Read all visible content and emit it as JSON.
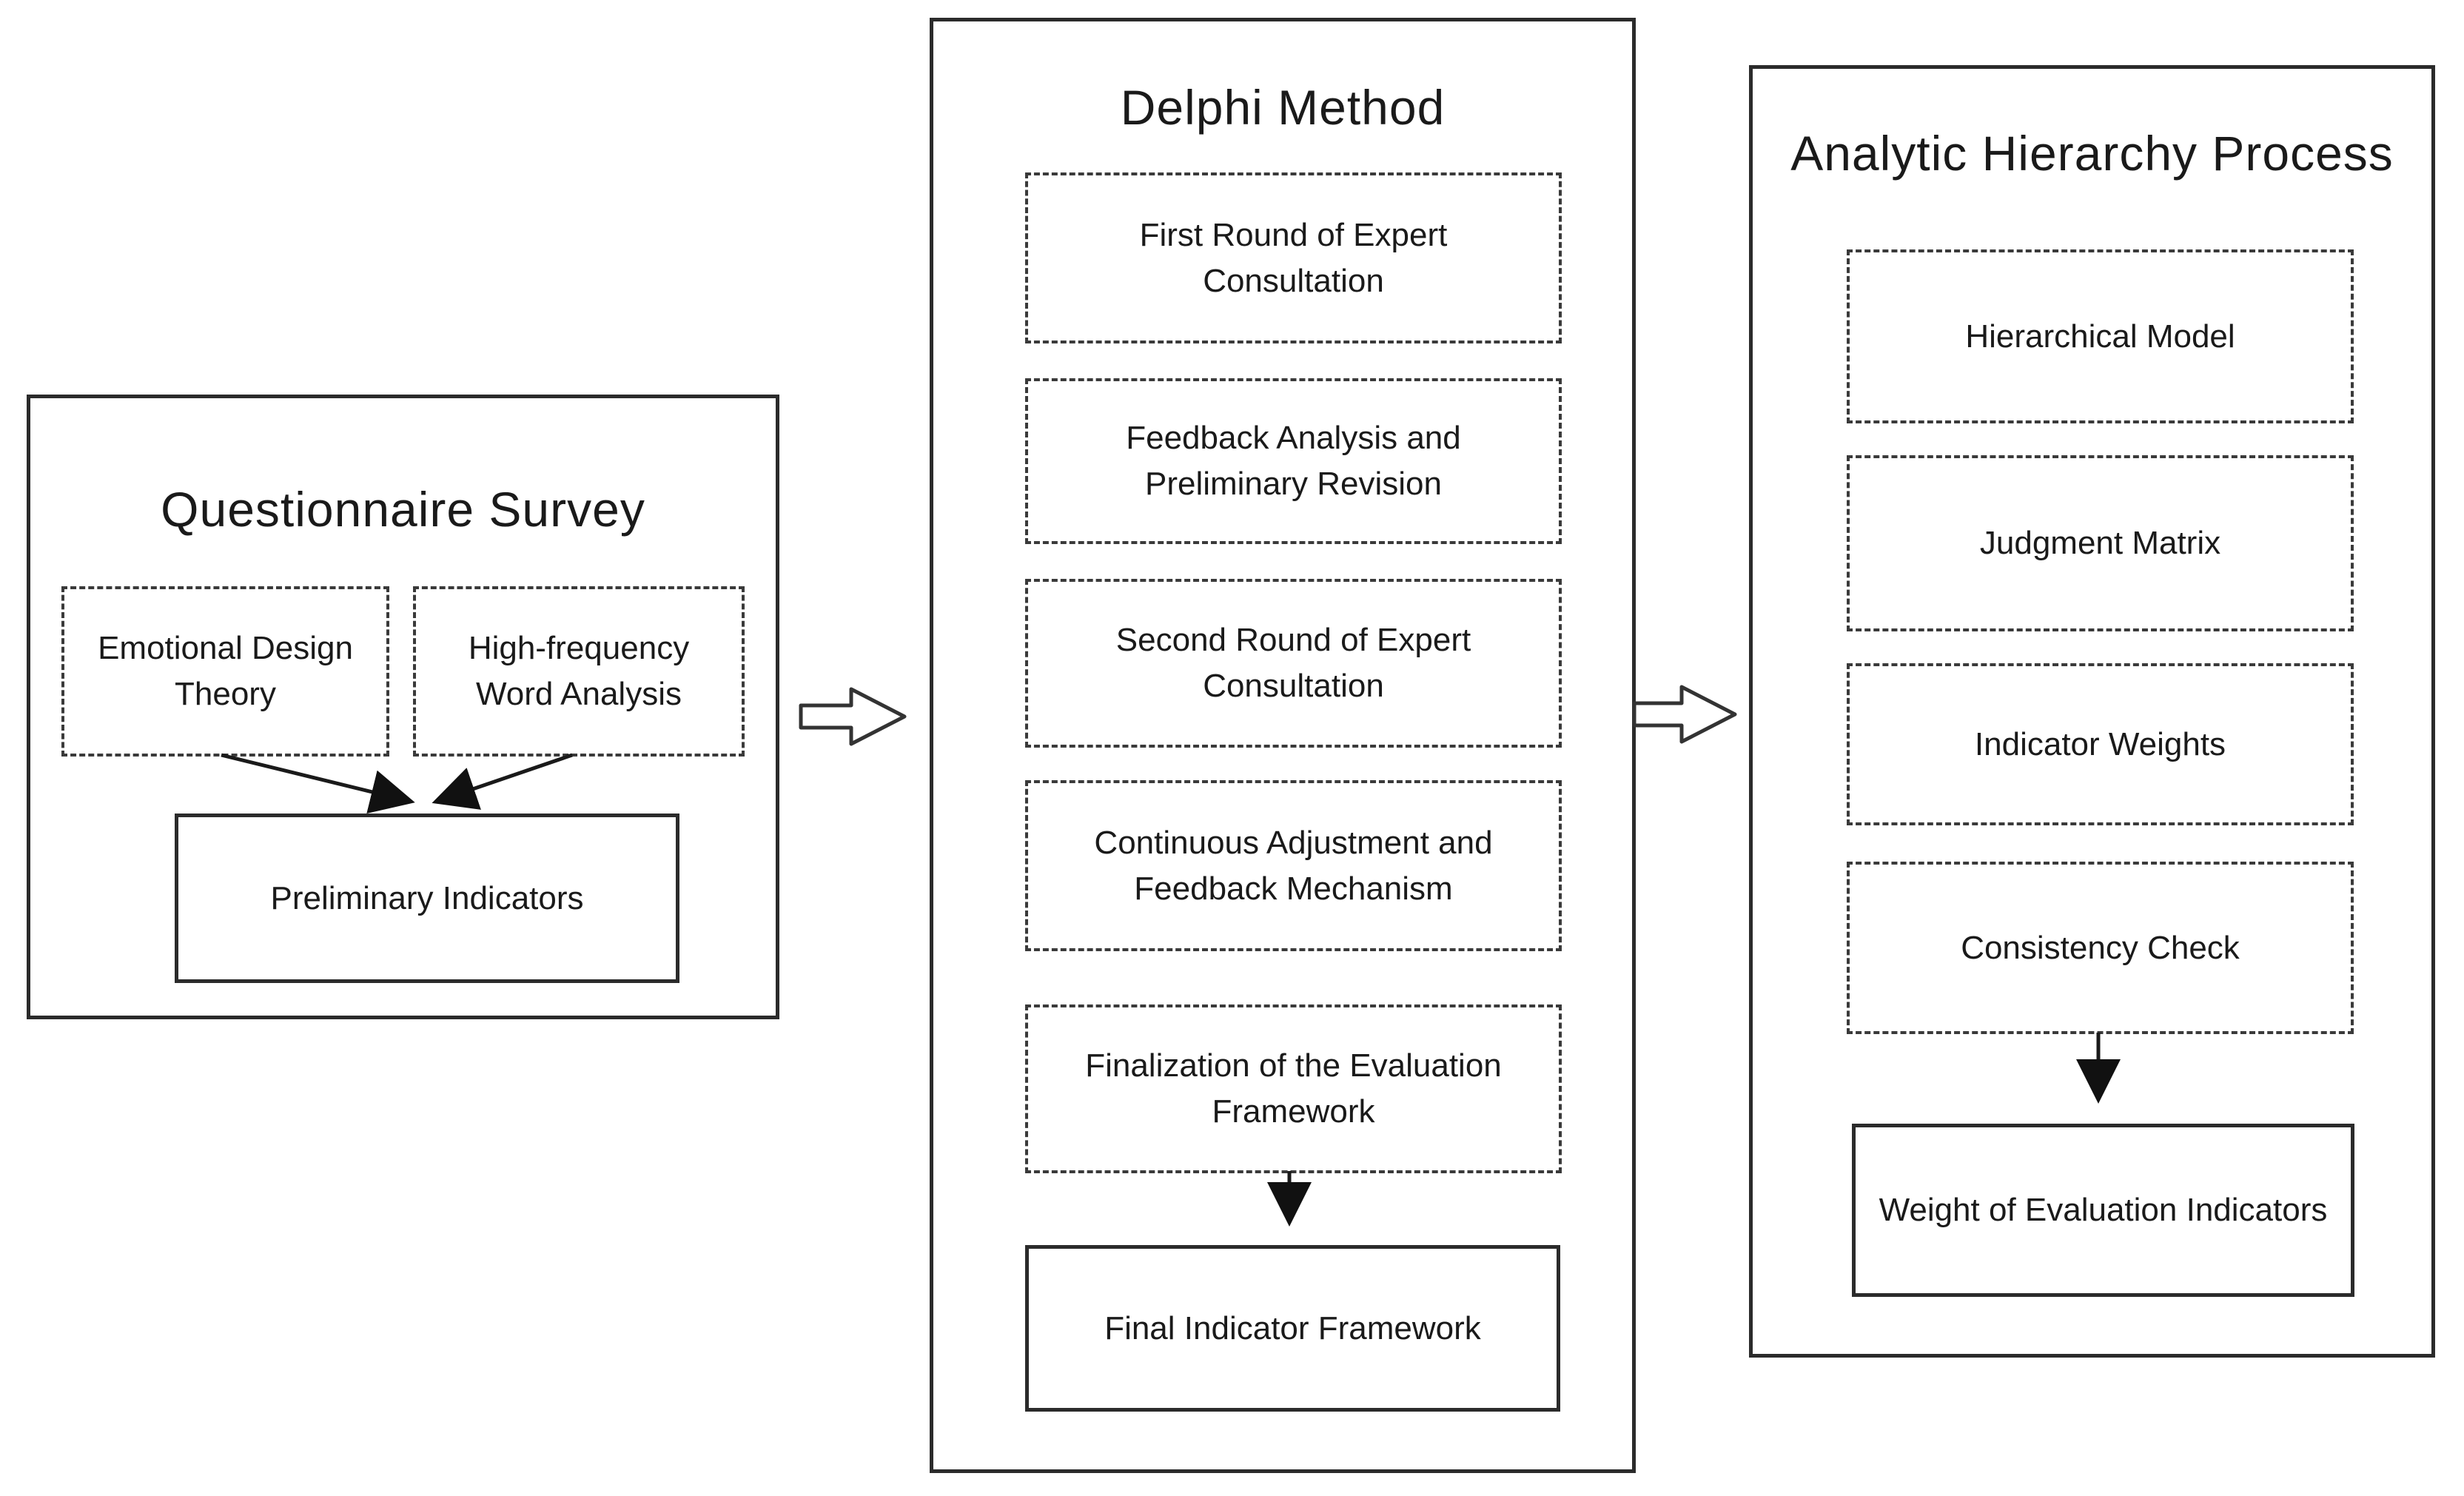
{
  "diagram": {
    "panels": [
      {
        "title": "Questionnaire Survey",
        "sources": [
          {
            "label": "Emotional Design Theory"
          },
          {
            "label": "High-frequency Word Analysis"
          }
        ],
        "result": "Preliminary Indicators"
      },
      {
        "title": "Delphi Method",
        "steps": [
          "First Round of Expert Consultation",
          "Feedback Analysis and Preliminary Revision",
          "Second Round of Expert Consultation",
          "Continuous Adjustment and Feedback Mechanism",
          "Finalization of the Evaluation Framework"
        ],
        "result": "Final Indicator Framework"
      },
      {
        "title": "Analytic Hierarchy Process",
        "steps": [
          "Hierarchical Model",
          "Judgment Matrix",
          "Indicator Weights",
          "Consistency Check"
        ],
        "result": "Weight of Evaluation Indicators"
      }
    ],
    "colors": {
      "line": "#1a1a1a",
      "border": "#2b2b2b",
      "background": "#ffffff"
    }
  }
}
